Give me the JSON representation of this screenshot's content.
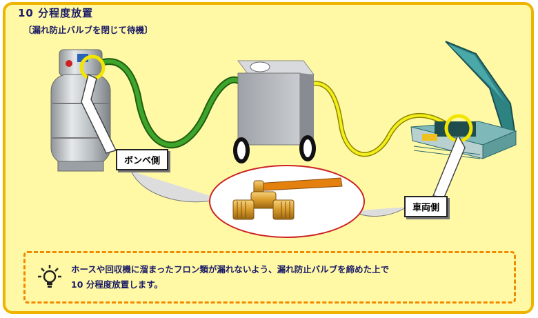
{
  "title": "10 分程度放置",
  "subtitle": "〔漏れ防止バルブを閉じて待機〕",
  "labels": {
    "cylinder_side": "ボンベ側",
    "vehicle_side": "車両側"
  },
  "note": {
    "icon": "lightbulb-icon",
    "line1": "ホースや回収機に溜まったフロン類が漏れないよう、漏れ防止バルブを締めた上で",
    "line2": "10 分程度放置します。"
  },
  "colors": {
    "panel_bg": "#fff9a6",
    "panel_border": "#f0b400",
    "note_border": "#f08a00",
    "title_text": "#1a1a66",
    "green_hose": "#2e7d1a",
    "yellow_hose": "#e8e000",
    "highlight_ring": "#f2e600",
    "valve_ellipse_border": "#cc2222"
  }
}
